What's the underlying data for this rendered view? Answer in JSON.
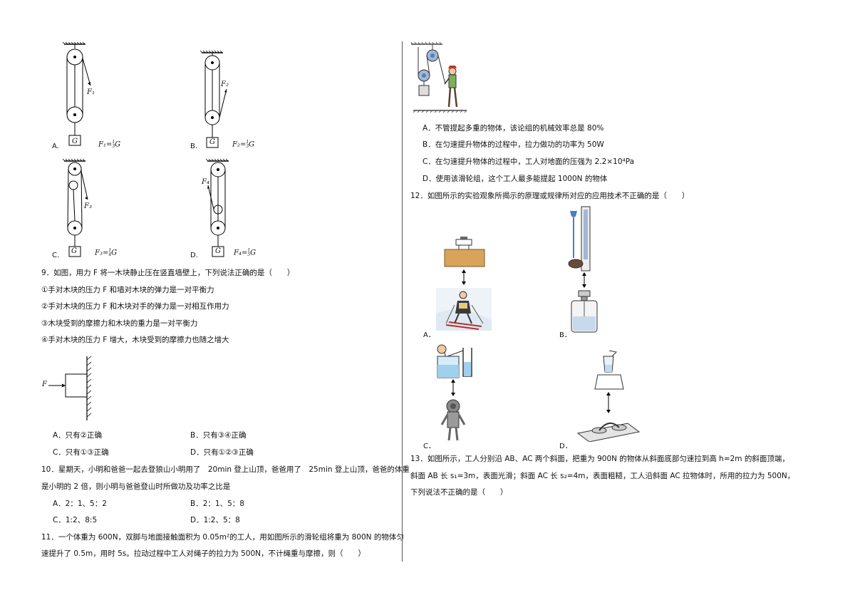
{
  "q8": {
    "options": [
      {
        "letter": "A.",
        "formula_main": "F₁=",
        "frac_num": "1",
        "frac_den": "3",
        "formula_var": "G",
        "force": "F₁",
        "weight": "G"
      },
      {
        "letter": "B.",
        "formula_main": "F₂=",
        "frac_num": "1",
        "frac_den": "3",
        "formula_var": "G",
        "force": "F₂",
        "weight": "G"
      },
      {
        "letter": "C.",
        "formula_main": "F₃=",
        "frac_num": "1",
        "frac_den": "4",
        "formula_var": "G",
        "force": "F₃",
        "weight": "G"
      },
      {
        "letter": "D.",
        "formula_main": "F₄=",
        "frac_num": "1",
        "frac_den": "5",
        "formula_var": "G",
        "force": "F₄",
        "weight": "G"
      }
    ]
  },
  "q9": {
    "stem": "9．如图，用力 F 将一木块静止压在竖直墙壁上，下列说法正确的是（　　）",
    "statements": [
      "①手对木块的压力 F 和墙对木块的弹力是一对平衡力",
      "②手对木块的压力 F 和木块对手的弹力是一对相互作用力",
      "③木块受到的摩擦力和木块的重力是一对平衡力",
      "④手对木块的压力 F 增大，木块受到的摩擦力也随之增大"
    ],
    "force_label": "F",
    "options": [
      "A．只有②正确",
      "B．只有③④正确",
      "C．只有①③正确",
      "D．只有①②③正确"
    ]
  },
  "q10": {
    "line1": "10．星期天，小明和爸爸一起去登狼山小明用了　20min 登上山顶，爸爸用了　25min 登上山顶，爸爸的体重",
    "line2": "是小明的 2 倍，则小明与爸爸登山时所做功及功率之比是",
    "options": [
      "A．2：1、5：2",
      "B．2：1、5：8",
      "C．1:2、8:5",
      "D．1:2、5：8"
    ]
  },
  "q11": {
    "line1": "11．一个体重为 600N，双脚与地面接触面积为 0.05m²的工人，用如图所示的滑轮组将重为 800N 的物体匀",
    "line2": "速提升了 0.5m，用时 5s。拉动过程中工人对绳子的拉力为 500N，不计绳重与摩擦，则（　　）",
    "options": [
      "A．不管提起多重的物体，该论组的机械效率总是 80%",
      "B．在匀速提升物体的过程中，拉力做功的功率为 50W",
      "C．在匀速提升物体的过程中，工人对地面的压强为 2.2×10⁴Pa",
      "D．使用该滑轮组，这个工人最多能提起 1000N 的物体"
    ]
  },
  "q12": {
    "stem": "12．如图所示的实验观象所揭示的原理或规律所对应的应用技术不正确的是（　　）",
    "labels": [
      "A．",
      "B．",
      "C．",
      "D．"
    ]
  },
  "q13": {
    "line1": "13．如图所示，工人分别沿 AB、AC 两个斜面，把重为 900N 的物体从斜面底部匀速拉到高 h=2m 的斜面顶端，",
    "line2": "斜面 AB 长 s₁=3m，表面光滑；斜面 AC 长 s₂=4m，表面粗糙，工人沿斜面 AC 拉物体时，所用的拉力为 500N，",
    "line3": "下列说法不正确的是（　　）"
  }
}
